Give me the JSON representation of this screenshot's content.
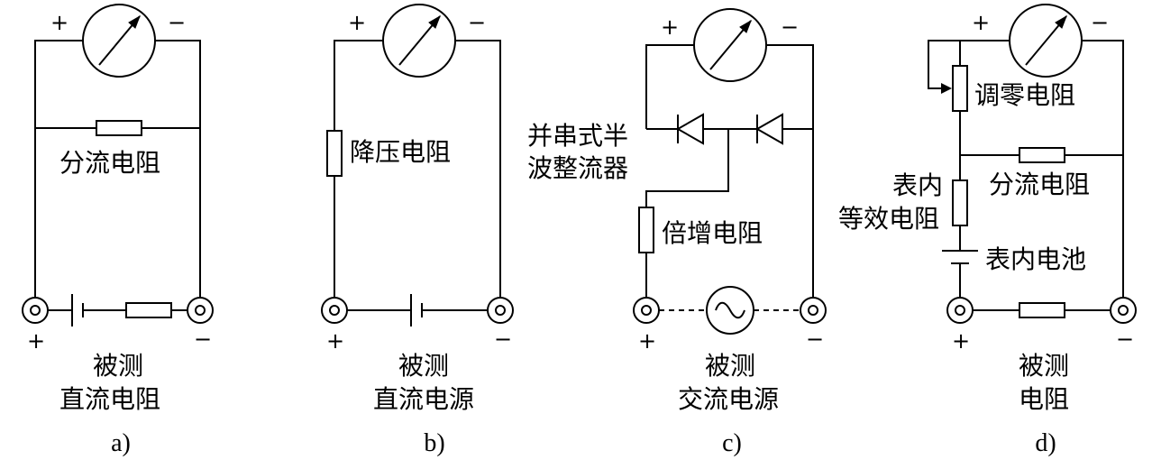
{
  "panels": {
    "a": {
      "shunt_label": "分流电阻",
      "measured_line1": "被测",
      "measured_line2": "直流电阻",
      "caption": "a)"
    },
    "b": {
      "dropping_label": "降压电阻",
      "measured_line1": "被测",
      "measured_line2": "直流电源",
      "caption": "b)"
    },
    "c": {
      "rectifier_line1": "并串式半",
      "rectifier_line2": "波整流器",
      "multiplier_label": "倍增电阻",
      "measured_line1": "被测",
      "measured_line2": "交流电源",
      "caption": "c)"
    },
    "d": {
      "zero_adjust_label": "调零电阻",
      "shunt_label": "分流电阻",
      "internal_res_line1": "表内",
      "internal_res_line2": "等效电阻",
      "battery_label": "表内电池",
      "measured_line1": "被测",
      "measured_line2": "电阻",
      "caption": "d)"
    }
  },
  "signs": {
    "plus": "+",
    "minus": "−"
  },
  "icons": [
    "meter-icon",
    "resistor-icon",
    "battery-icon",
    "diode-icon",
    "ac-source-icon",
    "terminal-icon"
  ]
}
